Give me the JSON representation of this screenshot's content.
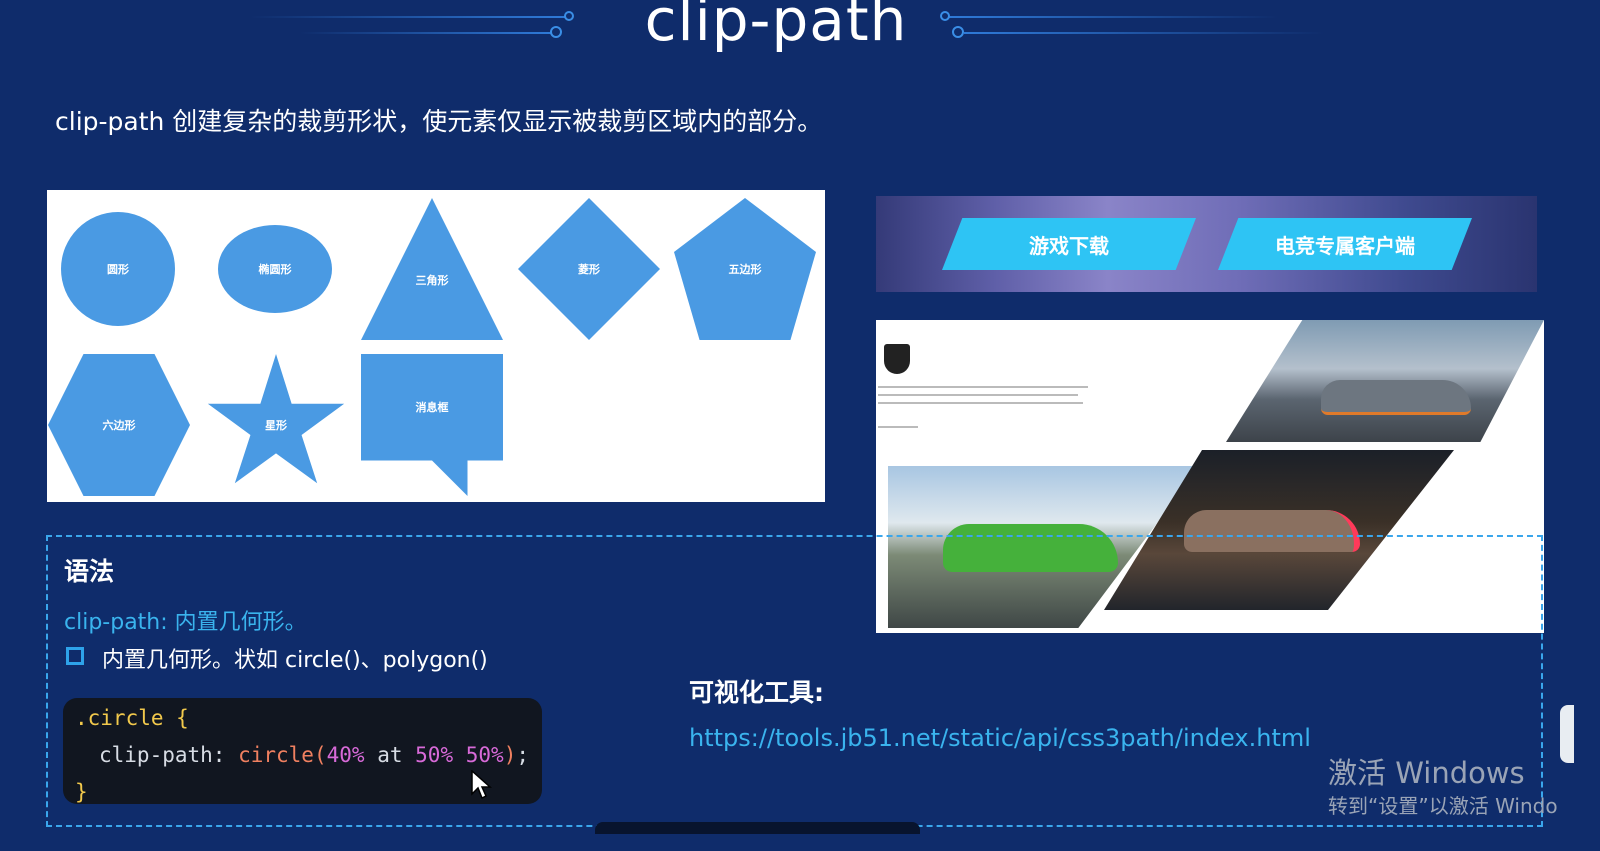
{
  "header": {
    "title": "clip-path",
    "description": "clip-path 创建复杂的裁剪形状，使元素仅显示被裁剪区域内的部分。"
  },
  "shapes": [
    {
      "label": "圆形"
    },
    {
      "label": "椭圆形"
    },
    {
      "label": "三角形"
    },
    {
      "label": "菱形"
    },
    {
      "label": "五边形"
    },
    {
      "label": "六边形"
    },
    {
      "label": "星形"
    },
    {
      "label": "消息框"
    }
  ],
  "banner": {
    "buttons": [
      {
        "label": "游戏下载"
      },
      {
        "label": "电竞专属客户端"
      }
    ]
  },
  "syntax": {
    "heading": "语法",
    "line": "clip-path: 内置几何形。",
    "bullet": "内置几何形。状如 circle()、polygon()",
    "code": {
      "selector": ".circle",
      "open": "{",
      "property": "clip-path",
      "fn": "circle",
      "arg1": "40%",
      "kw": "at",
      "arg2": "50%",
      "arg3": "50%",
      "close": "}"
    }
  },
  "tool": {
    "label": "可视化工具:",
    "url": "https://tools.jb51.net/static/api/css3path/index.html"
  },
  "watermark": {
    "line1": "激活 Windows",
    "line2": "转到“设置”以激活 Windo"
  },
  "colors": {
    "background": "#0f2c6b",
    "shape": "#4a9ae3",
    "accent": "#3ab4ee",
    "banner_button": "#2ec4f4"
  }
}
